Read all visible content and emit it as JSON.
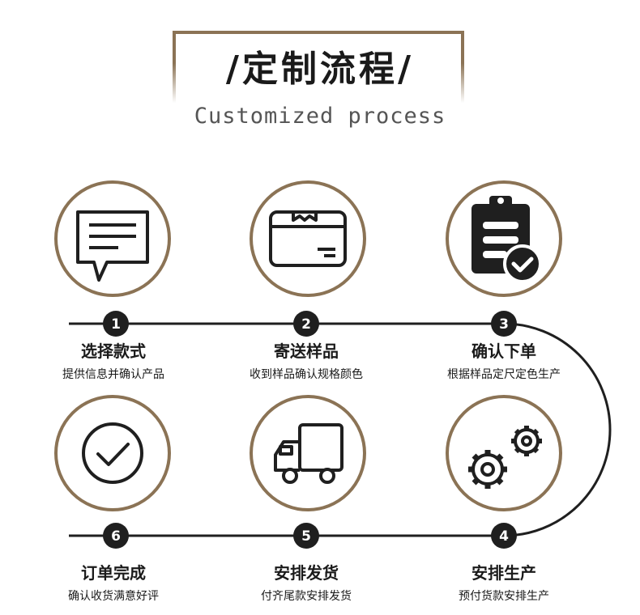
{
  "header": {
    "title": "/定制流程/",
    "subtitle": "Customized process"
  },
  "steps": [
    {
      "number": "1",
      "title": "选择款式",
      "desc": "提供信息并确认产品",
      "icon": "chat-list-icon"
    },
    {
      "number": "2",
      "title": "寄送样品",
      "desc": "收到样品确认规格颜色",
      "icon": "package-box-icon"
    },
    {
      "number": "3",
      "title": "确认下单",
      "desc": "根据样品定尺定色生产",
      "icon": "clipboard-check-icon"
    },
    {
      "number": "4",
      "title": "安排生产",
      "desc": "预付货款安排生产",
      "icon": "gears-icon"
    },
    {
      "number": "5",
      "title": "安排发货",
      "desc": "付齐尾款安排发货",
      "icon": "delivery-truck-icon"
    },
    {
      "number": "6",
      "title": "订单完成",
      "desc": "确认收货满意好评",
      "icon": "checkmark-circle-icon"
    }
  ],
  "colors": {
    "accent": "#8b7355",
    "dark": "#1f1f1f"
  }
}
